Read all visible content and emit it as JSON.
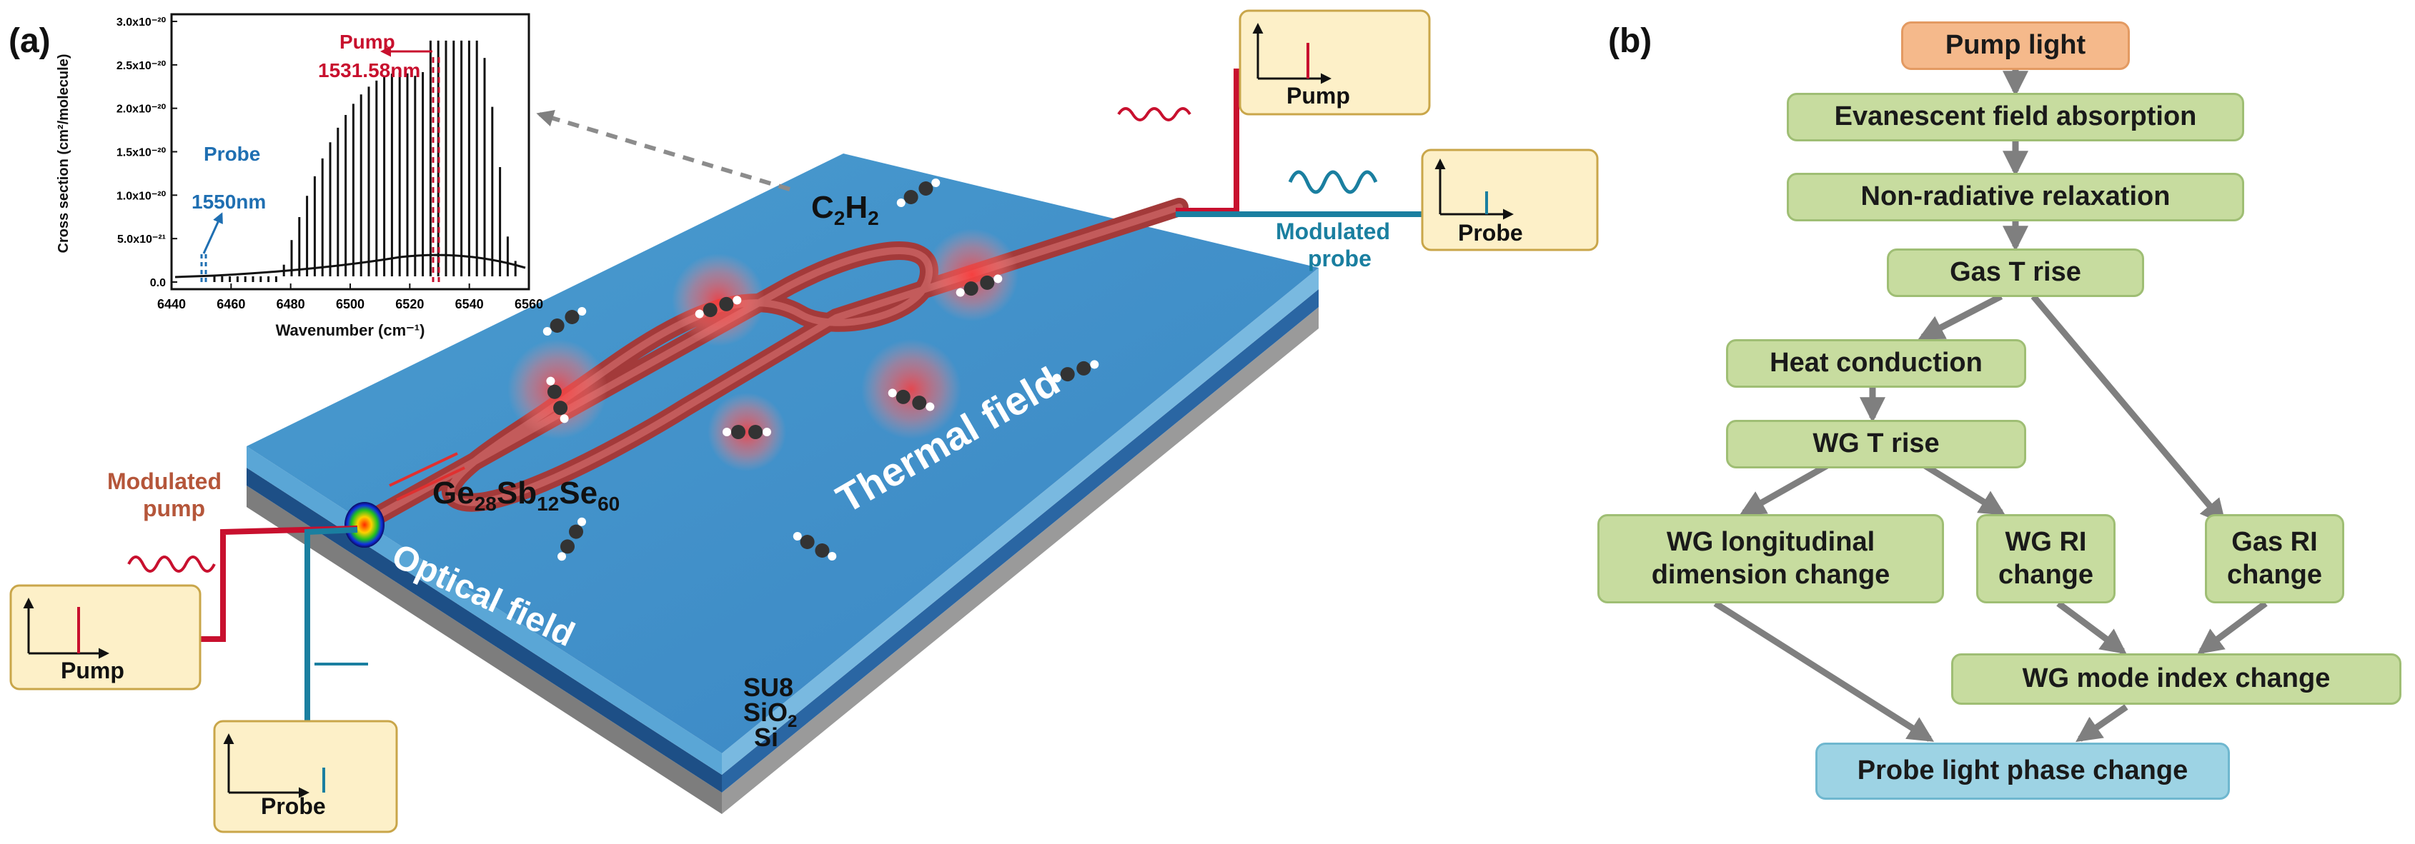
{
  "panel_a": {
    "label": "(a)",
    "inset_spectrum": {
      "ylabel": "Cross section (cm²/molecule)",
      "xlabel": "Wavenumber (cm⁻¹)",
      "yticks": [
        "0.0",
        "5.0x10⁻²¹",
        "1.0x10⁻²⁰",
        "1.5x10⁻²⁰",
        "2.0x10⁻²⁰",
        "2.5x10⁻²⁰",
        "3.0x10⁻²⁰"
      ],
      "xticks": [
        "6440",
        "6460",
        "6480",
        "6500",
        "6520",
        "6540",
        "6560"
      ],
      "pump_label": "Pump",
      "pump_wavelength": "1531.58nm",
      "probe_label": "Probe",
      "probe_wavelength": "1550nm",
      "pump_color": "#c8102e",
      "probe_color": "#1f6fb2"
    },
    "gas_label": "C",
    "gas_sub1": "2",
    "gas_label2": "H",
    "gas_sub2": "2",
    "material": {
      "p1": "Ge",
      "s1": "28",
      "p2": "Sb",
      "s2": "12",
      "p3": "Se",
      "s3": "60"
    },
    "thermal_field": "Thermal field",
    "optical_field": "Optical field",
    "layers": {
      "top": "SU8",
      "mid": "SiO",
      "mid_sub": "2",
      "bottom": "Si"
    },
    "modulated_pump": {
      "line1": "Modulated",
      "line2": "pump"
    },
    "modulated_probe": {
      "line1": "Modulated",
      "line2": "probe"
    },
    "boxes": {
      "pump_output": "Pump",
      "probe_output": "Probe",
      "pump_input": "Pump",
      "probe_input": "Probe"
    }
  },
  "panel_b": {
    "label": "(b)",
    "nodes": {
      "pump_light": "Pump light",
      "evanescent": "Evanescent field absorption",
      "nonradiative": "Non-radiative relaxation",
      "gas_t_rise": "Gas T rise",
      "heat_conduction": "Heat conduction",
      "wg_t_rise": "WG T rise",
      "wg_longitudinal": "WG longitudinal\ndimension change",
      "wg_ri": "WG RI\nchange",
      "gas_ri": "Gas RI\nchange",
      "wg_mode_index": "WG mode index change",
      "probe_phase": "Probe light phase change"
    },
    "colors": {
      "start": "#f5b98b",
      "process": "#c7dc9f",
      "end": "#9dd3e4",
      "arrow": "#7f7f7f"
    }
  }
}
